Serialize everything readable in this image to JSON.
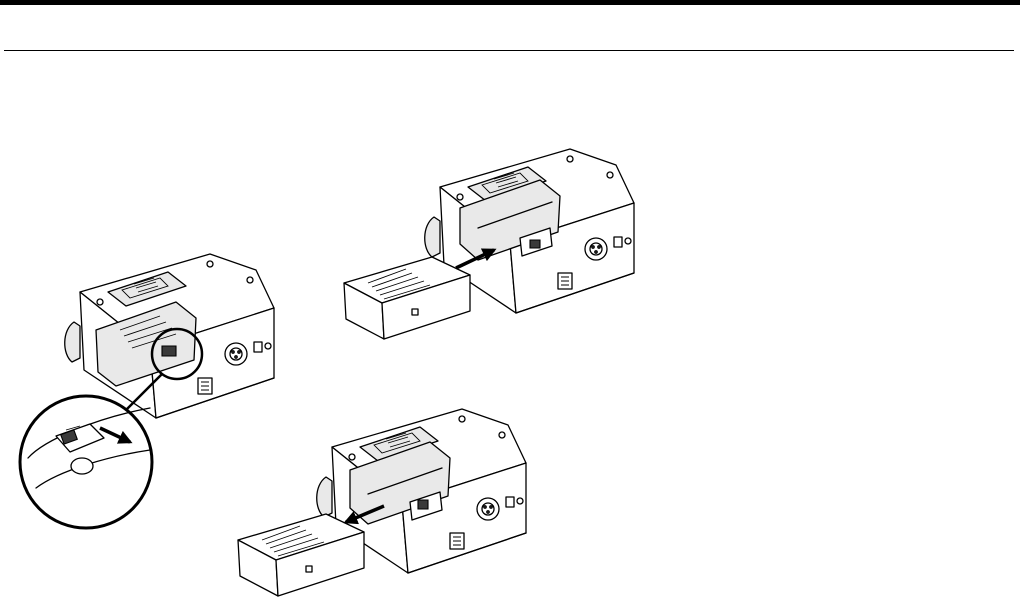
{
  "page": {
    "background": "#ffffff",
    "rule_color": "#000000"
  },
  "illustrations": [
    {
      "name": "device-with-battery-release-latch",
      "icons": [
        "device-icon",
        "battery-latch-icon",
        "magnifier-circle-icon",
        "slide-arrow-icon"
      ]
    },
    {
      "name": "battery-insertion",
      "icons": [
        "device-icon",
        "battery-pack-icon",
        "insert-arrow-icon"
      ]
    },
    {
      "name": "battery-removal",
      "icons": [
        "device-icon",
        "battery-pack-icon",
        "remove-arrow-icon"
      ]
    }
  ]
}
